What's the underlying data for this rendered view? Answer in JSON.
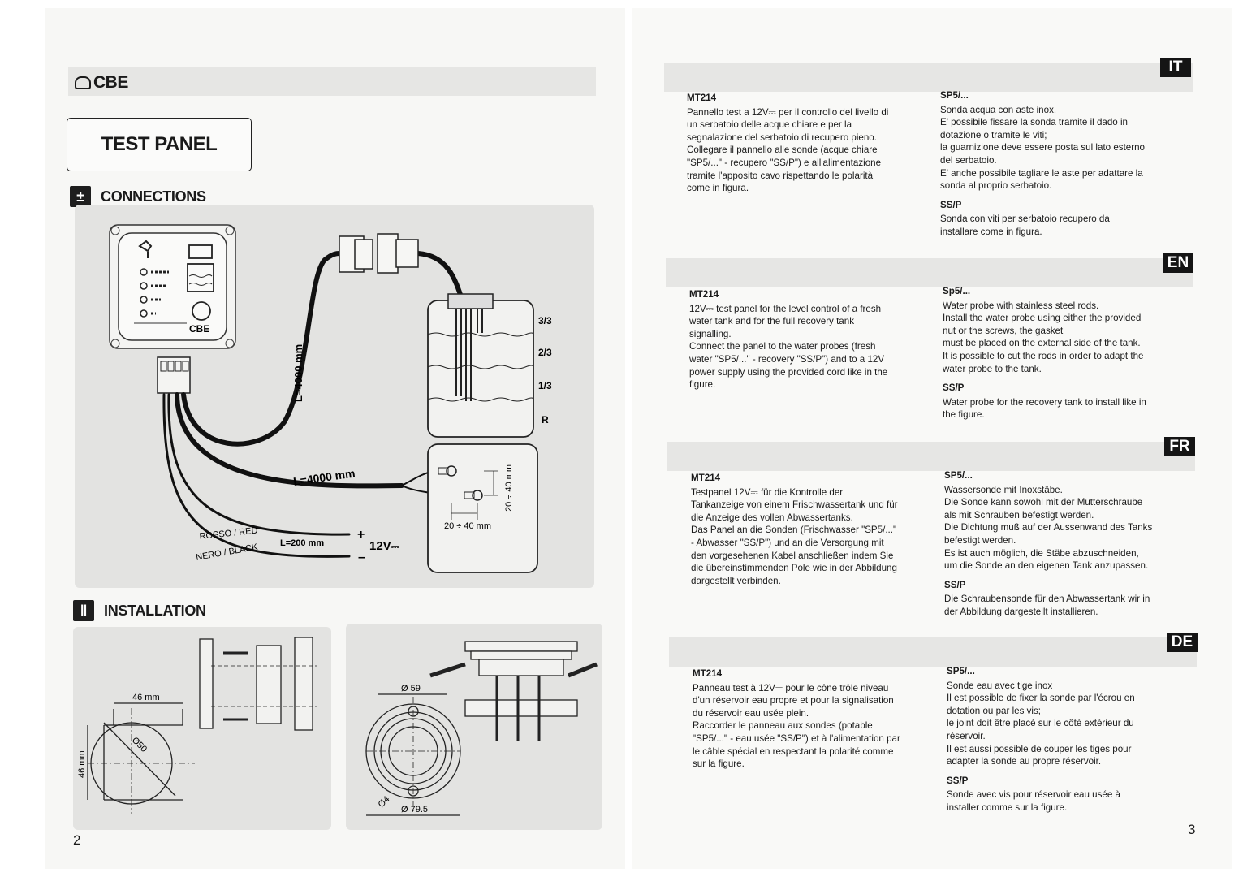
{
  "left_page": {
    "logo": "CBE",
    "title": "TEST PANEL",
    "connections_heading": "CONNECTIONS",
    "connections_icon": "plus-minus-icon",
    "installation_heading": "INSTALLATION",
    "installation_icon": "tools-icon",
    "page_number": "2",
    "diagram": {
      "panel_brand": "CBE",
      "cable_vertical": "L=4000 mm",
      "cable_horizontal": "L=4000 mm",
      "red_wire": "ROSSO / RED",
      "black_wire": "NERO / BLACK",
      "short_cable": "L=200 mm",
      "plus": "+",
      "minus": "–",
      "voltage": "12V",
      "level_full": "3/3",
      "level_two_thirds": "2/3",
      "level_third": "1/3",
      "level_reserve": "R",
      "dim_vertical": "20 ÷ 40 mm",
      "dim_horizontal": "20 ÷ 40 mm"
    },
    "install": {
      "width_dim": "46 mm",
      "height_dim": "46 mm",
      "diameter": "Ø50",
      "outer_dia": "Ø 79.5",
      "inner_dia": "Ø 59",
      "hole_dia": "Ø4"
    }
  },
  "right_page": {
    "page_number": "3",
    "sections": [
      {
        "lang": "IT",
        "left_title": "MT214",
        "left_lines": [
          "Pannello test a 12V⎓ per il controllo del livello di",
          "un serbatoio delle acque chiare e per la",
          "segnalazione del serbatoio di recupero pieno.",
          "Collegare il pannello alle sonde (acque chiare",
          "\"SP5/...\" - recupero \"SS/P\") e all'alimentazione",
          "tramite l'apposito cavo rispettando le polarità",
          "come in figura."
        ],
        "right_title1": "SP5/...",
        "right_lines1": [
          "Sonda acqua con aste inox.",
          "E' possibile fissare la sonda tramite il dado in",
          "dotazione o tramite le viti;",
          "la guarnizione deve essere posta sul lato esterno",
          "del serbatoio.",
          "E' anche possibile tagliare le aste per adattare la",
          "sonda al proprio serbatoio."
        ],
        "right_title2": "SS/P",
        "right_lines2": [
          "Sonda con viti per serbatoio recupero da",
          "installare come in figura."
        ]
      },
      {
        "lang": "EN",
        "left_title": "MT214",
        "left_lines": [
          "12V⎓ test panel for the level control of a fresh",
          "water tank and for the full recovery tank",
          "signalling.",
          "Connect the panel to the water probes (fresh",
          "water \"SP5/...\" - recovery \"SS/P\") and to a 12V",
          "power supply using the provided cord like in the",
          "figure."
        ],
        "right_title1": "Sp5/...",
        "right_lines1": [
          "Water probe with stainless steel rods.",
          "Install the water probe using either the provided",
          "nut or the screws, the gasket",
          "must be placed on the external side of the tank.",
          "It is possible to cut the rods in order to adapt the",
          "water probe to the tank."
        ],
        "right_title2": "SS/P",
        "right_lines2": [
          "Water probe for the recovery tank to install like in",
          "the figure."
        ]
      },
      {
        "lang": "FR",
        "left_title": "MT214",
        "left_lines": [
          "Testpanel 12V⎓ für die Kontrolle der",
          "Tankanzeige von einem Frischwassertank und für",
          "die Anzeige des vollen Abwassertanks.",
          "Das Panel an die Sonden (Frischwasser \"SP5/...\"",
          "- Abwasser \"SS/P\") und an die Versorgung mit",
          "den vorgesehenen Kabel anschließen indem Sie",
          "die übereinstimmenden Pole wie in der Abbildung",
          "dargestellt verbinden."
        ],
        "right_title1": "SP5/...",
        "right_lines1": [
          "Wassersonde mit Inoxstäbe.",
          "Die Sonde kann sowohl mit der Mutterschraube",
          "als mit Schrauben befestigt werden.",
          "Die Dichtung muß auf der Aussenwand des Tanks",
          "befestigt werden.",
          "Es ist auch möglich, die Stäbe abzuschneiden,",
          "um die Sonde an den eigenen Tank anzupassen."
        ],
        "right_title2": "SS/P",
        "right_lines2": [
          "Die Schraubensonde für den Abwassertank wir in",
          "der Abbildung dargestellt installieren."
        ]
      },
      {
        "lang": "DE",
        "left_title": "MT214",
        "left_lines": [
          "Panneau test à 12V⎓ pour le cône trôle niveau",
          "d'un réservoir eau propre et pour la signalisation",
          "du réservoir eau usée plein.",
          "Raccorder le panneau  aux sondes (potable",
          "\"SP5/...\" - eau usée \"SS/P\") et à l'alimentation par",
          "le câble spécial en respectant la polarité comme",
          "sur la figure."
        ],
        "right_title1": "SP5/...",
        "right_lines1": [
          "Sonde eau avec tige inox",
          "Il est possible de fixer la sonde par l'écrou en",
          "dotation  ou par les vis;",
          "le joint doit être placé sur le côté extérieur du",
          "réservoir.",
          "Il est aussi possible de couper les tiges pour",
          "adapter la sonde au propre réservoir."
        ],
        "right_title2": "SS/P",
        "right_lines2": [
          "Sonde avec vis pour réservoir eau usée à",
          "installer comme sur la figure."
        ]
      }
    ]
  }
}
